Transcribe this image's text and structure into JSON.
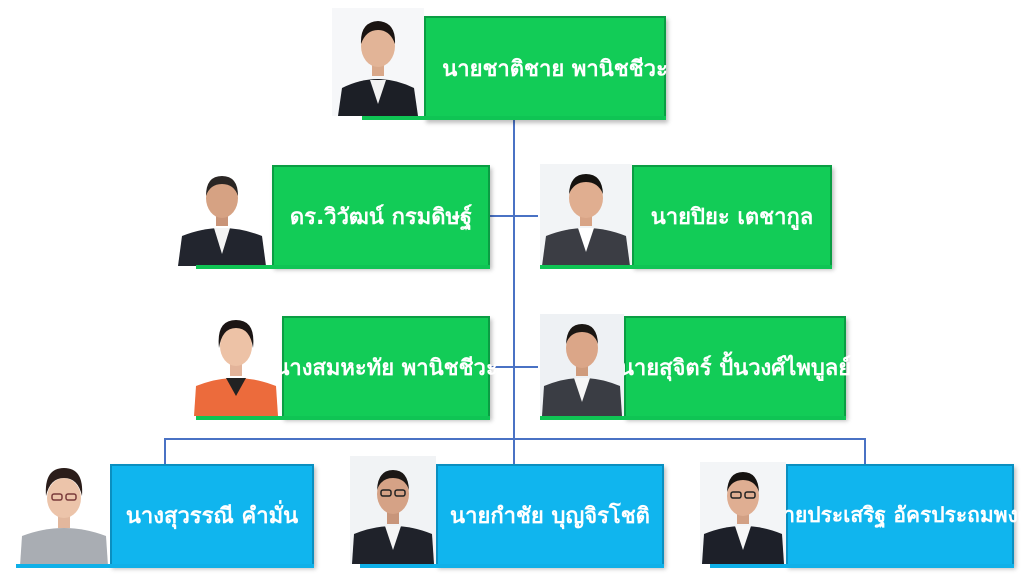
{
  "chart": {
    "top": {
      "name": "นายชาติชาย พานิชชีวะ",
      "icon": "person-male-photo",
      "box_color": "#12cc57"
    },
    "middle": [
      {
        "name": "ดร.วิวัฒน์ กรมดิษฐ์",
        "icon": "person-male-photo",
        "box_color": "#12cc57"
      },
      {
        "name": "นายปิยะ เตชากูล",
        "icon": "person-male-photo",
        "box_color": "#12cc57"
      },
      {
        "name": "นางสมหะทัย พานิชชีวะ",
        "icon": "person-female-photo",
        "box_color": "#12cc57"
      },
      {
        "name": "นายสุจิตร์ ปั้นวงศ์ไพบูลย์",
        "icon": "person-male-photo",
        "box_color": "#12cc57"
      }
    ],
    "bottom": [
      {
        "name": "นางสุวรรณี คำมั่น",
        "icon": "person-female-photo",
        "box_color": "#10b5ee"
      },
      {
        "name": "นายกำชัย บุญจิรโชติ",
        "icon": "person-male-photo",
        "box_color": "#10b5ee"
      },
      {
        "name": "นายประเสริฐ อัครประถมพงศ์",
        "icon": "person-male-photo",
        "box_color": "#10b5ee"
      }
    ],
    "connector_color": "#4a72c4"
  }
}
